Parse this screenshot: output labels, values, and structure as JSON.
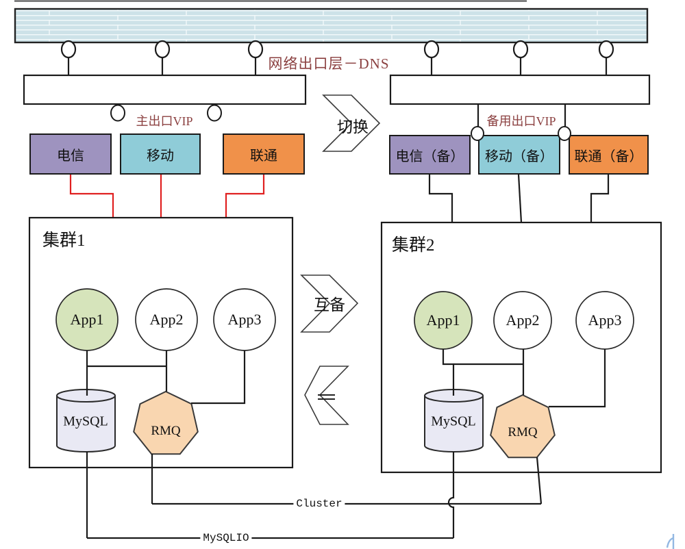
{
  "title_labels": {
    "dns": "网络出口层－DNS",
    "primary_vip": "主出口VIP",
    "backup_vip": "备用出口VIP"
  },
  "carriers": {
    "primary": [
      {
        "label": "电信",
        "color": "#9e93bf"
      },
      {
        "label": "移动",
        "color": "#8fccd8"
      },
      {
        "label": "联通",
        "color": "#f0914a"
      }
    ],
    "backup": [
      {
        "label": "电信（备）",
        "color": "#9e93bf"
      },
      {
        "label": "移动（备）",
        "color": "#8fccd8"
      },
      {
        "label": "联通（备）",
        "color": "#f0914a"
      }
    ]
  },
  "flow": {
    "switch": "切换",
    "mutual": "互备"
  },
  "clusters": [
    {
      "title": "集群1",
      "apps": [
        "App1",
        "App2",
        "App3"
      ],
      "db": "MySQL",
      "mq": "RMQ"
    },
    {
      "title": "集群2",
      "apps": [
        "App1",
        "App2",
        "App3"
      ],
      "db": "MySQL",
      "mq": "RMQ"
    }
  ],
  "links": {
    "cluster": "Cluster",
    "mysqlio": "MySQLIO"
  },
  "colors": {
    "network_bar": "#cde2e8",
    "app_highlight": "#d6e4bb",
    "db_fill": "#e9e9f4",
    "mq_fill": "#f9d6b0",
    "primary_line_red": "#e02020",
    "label_accent": "#8b4040"
  }
}
